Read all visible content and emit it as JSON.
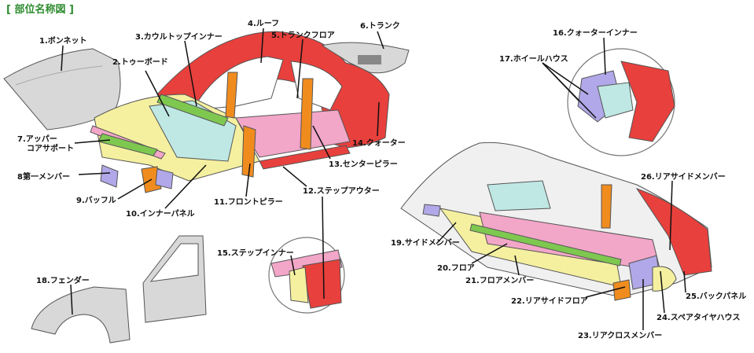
{
  "title": "[ 部位名称図 ]",
  "labels": {
    "l1": "1.ボンネット",
    "l2": "2.トゥーボード",
    "l3": "3.カウルトップインナー",
    "l4": "4.ルーフ",
    "l5": "5.トランクフロア",
    "l6": "6.トランク",
    "l7a": "7.アッパー",
    "l7b": "コアサポート",
    "l8": "8第一メンバー",
    "l9": "9.バッフル",
    "l10": "10.インナーパネル",
    "l11": "11.フロントピラー",
    "l12": "12.ステップアウター",
    "l13": "13.センターピラー",
    "l14": "14.クォーター",
    "l15": "15.ステップインナー",
    "l16": "16.クォーターインナー",
    "l17": "17.ホイールハウス",
    "l18": "18.フェンダー",
    "l19": "19.サイドメンバー",
    "l20": "20.フロア",
    "l21": "21.フロアメンバー",
    "l22": "22.リアサイドフロア",
    "l23": "23.リアクロスメンバー",
    "l24": "24.スペアタイヤハウス",
    "l25": "25.バックパネル",
    "l26": "26.リアサイドメンバー"
  },
  "colors": {
    "title": "#2e8b2e",
    "red": "#e8403c",
    "pink": "#f2a6c8",
    "yellow": "#f5f0a0",
    "cyan": "#bfe8e4",
    "green": "#7ec850",
    "orange": "#f08c1e",
    "lavender": "#b0a8e8",
    "gray": "#d8d8d8"
  }
}
